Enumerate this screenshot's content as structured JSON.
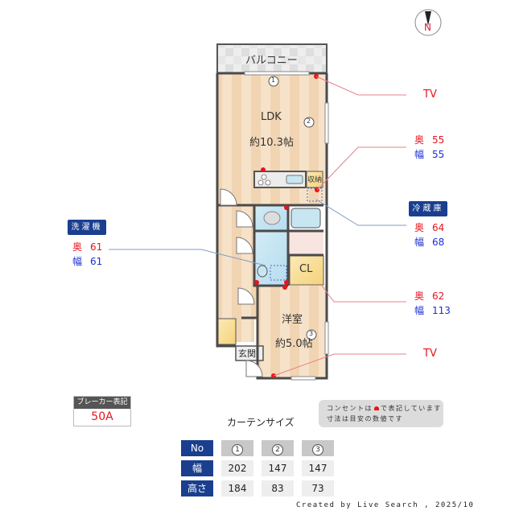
{
  "compass": {
    "label": "N"
  },
  "floorplan": {
    "rooms": {
      "balcony": "バルコニー",
      "ldk": "LDK",
      "ldk_size": "約10.3帖",
      "storage": "収納",
      "closet": "CL",
      "western_room": "洋室",
      "western_size": "約5.0帖",
      "entrance": "玄関"
    },
    "window_markers": [
      "1",
      "2",
      "3"
    ]
  },
  "annotations": {
    "tv_top": "TV",
    "tv_bottom": "TV",
    "storage_dim": {
      "depth_label": "奥",
      "depth": "55",
      "width_label": "幅",
      "width": "55"
    },
    "fridge": {
      "tag": "冷蔵庫",
      "depth_label": "奥",
      "depth": "64",
      "width_label": "幅",
      "width": "68"
    },
    "closet_dim": {
      "depth_label": "奥",
      "depth": "62",
      "width_label": "幅",
      "width": "113"
    },
    "washer": {
      "tag": "洗濯機",
      "depth_label": "奥",
      "depth": "61",
      "width_label": "幅",
      "width": "61"
    }
  },
  "breaker": {
    "header": "ブレーカー表記",
    "value": "50A"
  },
  "note": {
    "line1_a": "コンセントは",
    "line1_b": "で表記しています",
    "line2": "寸法は目安の数値です"
  },
  "curtain": {
    "title": "カーテンサイズ",
    "row_labels": [
      "No",
      "幅",
      "高さ"
    ],
    "columns": [
      {
        "no": "1",
        "width": "202",
        "height": "184"
      },
      {
        "no": "2",
        "width": "147",
        "height": "83"
      },
      {
        "no": "3",
        "width": "147",
        "height": "73"
      }
    ]
  },
  "credit": "Created by Live Search , 2025/10",
  "colors": {
    "accent_blue": "#1a3f8f",
    "red": "#e8141c",
    "blue_text": "#1a2fd8",
    "wall": "#4a4a4a",
    "floor": "#f4dcc0"
  }
}
